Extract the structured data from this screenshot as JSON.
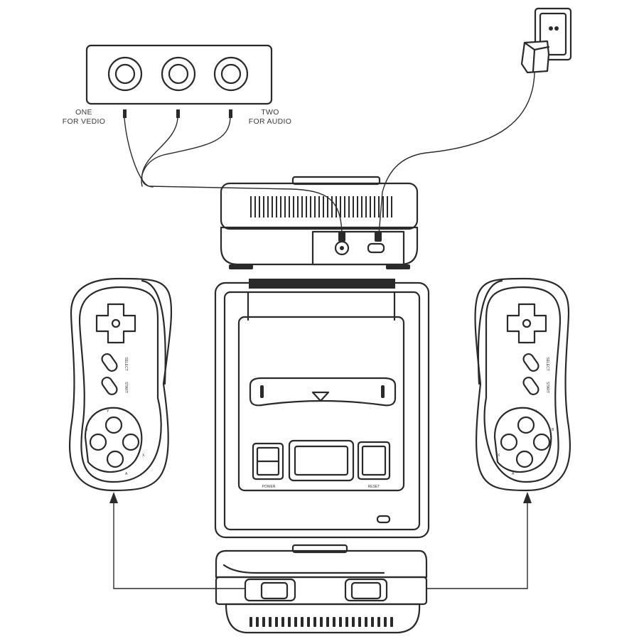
{
  "labels": {
    "video_line1": "ONE",
    "video_line2": "FOR VEDIO",
    "audio_line1": "TWO",
    "audio_line2": "FOR AUDIO"
  },
  "controller_buttons": {
    "select": "SELECT",
    "start": "START",
    "y": "Y",
    "x": "X",
    "b": "B",
    "a": "A"
  },
  "console_labels": {
    "power": "POWER",
    "reset": "RESET"
  },
  "colors": {
    "ink": "#2a2a2a",
    "background": "#ffffff"
  }
}
